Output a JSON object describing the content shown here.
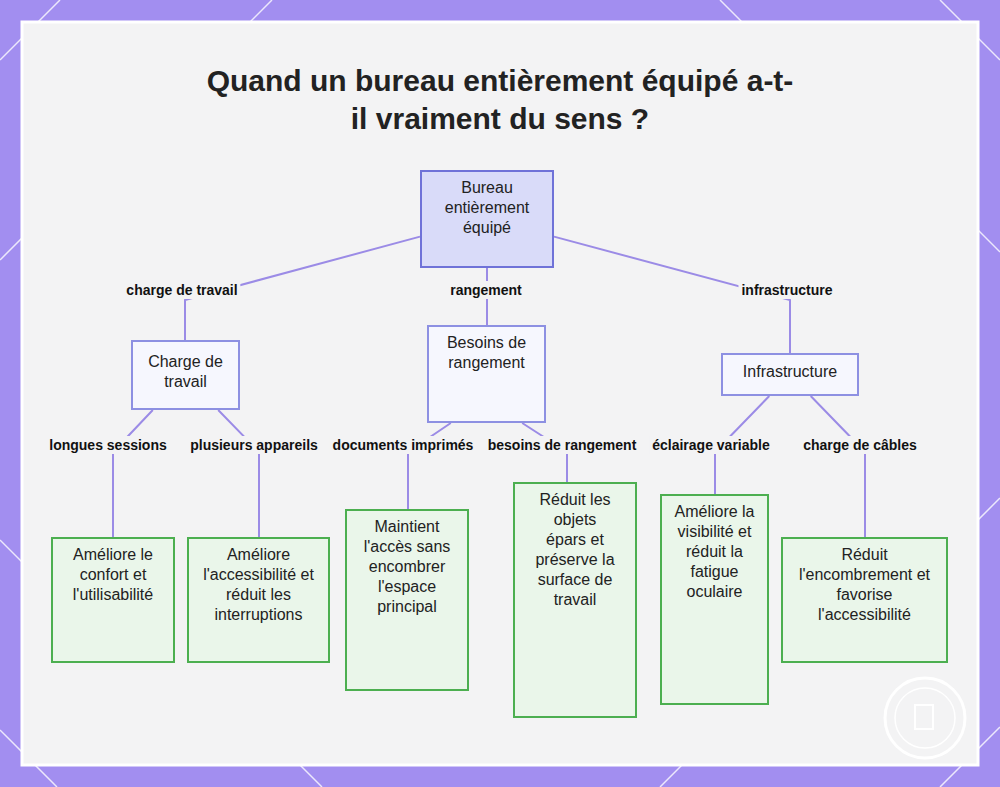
{
  "diagram": {
    "title": "Quand un bureau entièrement équipé a-t-il vraiment du sens ?",
    "nodes": [
      {
        "text": [
          "Bureau entièrement équipé"
        ]
      },
      {
        "text": [
          "Charge de travail"
        ]
      },
      {
        "text": [
          "Besoins de rangement"
        ]
      },
      {
        "text": [
          "Infrastructure"
        ]
      },
      {
        "text": [
          "Améliore le confort et l'utilisabilité"
        ]
      },
      {
        "text": [
          "Améliore l'accessibilité et réduit les interruptions"
        ]
      },
      {
        "text": [
          "Maintient l'accès sans encombrer l'espace principal"
        ]
      },
      {
        "text": [
          "Réduit les objets épars et préserve la surface de travail"
        ]
      },
      {
        "text": [
          "Améliore la visibilité et réduit la fatigue oculaire"
        ]
      },
      {
        "text": [
          "Réduit l'encombrement et favorise l'accessibilité"
        ]
      }
    ],
    "edges": [
      {
        "from": 0,
        "to": 1,
        "label": "charge de travail",
        "arrow": "none"
      },
      {
        "from": 0,
        "to": 2,
        "label": "rangement",
        "arrow": "none"
      },
      {
        "from": 0,
        "to": 3,
        "label": "infrastructure",
        "arrow": "none"
      },
      {
        "from": 1,
        "to": 4,
        "label": "longues sessions",
        "arrow": "none"
      },
      {
        "from": 1,
        "to": 5,
        "label": "plusieurs appareils",
        "arrow": "none"
      },
      {
        "from": 2,
        "to": 6,
        "label": "documents imprimés",
        "arrow": "none"
      },
      {
        "from": 2,
        "to": 7,
        "label": "besoins de rangement",
        "arrow": "none"
      },
      {
        "from": 3,
        "to": 8,
        "label": "éclairage variable",
        "arrow": "none"
      },
      {
        "from": 3,
        "to": 9,
        "label": "charge de câbles",
        "arrow": "none"
      }
    ]
  }
}
